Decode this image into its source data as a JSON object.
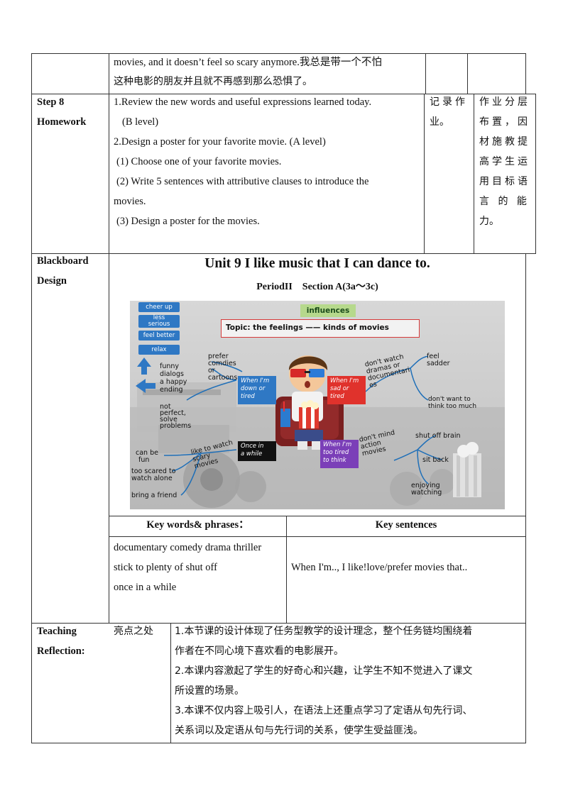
{
  "top_row": {
    "line1": "movies, and it doesn’t feel so scary anymore.我总是带一个不怕",
    "line2": "这种电影的朋友并且就不再感到那么恐惧了。"
  },
  "step8": {
    "label_line1": "Step 8",
    "label_line2": "Homework",
    "content": [
      "1.Review the new words and useful expressions learned today.",
      "(B level)",
      "2.Design a poster for your favorite movie. (A level)",
      "(1) Choose one of  your favorite movies.",
      "(2) Write 5 sentences with attributive clauses to introduce the",
      "movies.",
      "(3) Design a poster for the movies."
    ],
    "student_activity": [
      "记录作",
      "业。"
    ],
    "purpose": [
      "作业分层",
      "布置，因",
      "材施教提",
      "高学生运",
      "用目标语",
      "言 的 能",
      "力。"
    ]
  },
  "blackboard": {
    "label_line1": "Blackboard",
    "label_line2": "Design",
    "title": "Unit 9  I like music that I can dance to.",
    "subtitle": "PeriodII    Section A(3a～3c)",
    "mindmap": {
      "influences": "influences",
      "topic": "Topic:  the feelings —— kinds of movies",
      "tags": [
        "cheer up",
        "less serious",
        "feel better",
        "relax"
      ],
      "left_words": [
        "funny",
        "dialogs",
        "a happy",
        "ending"
      ],
      "not_perfect": [
        "not",
        "perfect,",
        "solve",
        "problems"
      ],
      "prefer": [
        "prefer",
        "comdies",
        "or",
        "cartoons"
      ],
      "box_down": [
        "When I'm",
        "down or",
        "tired"
      ],
      "box_sad": [
        "When I'm",
        "sad or",
        "tired"
      ],
      "box_once": [
        "Once in",
        "a while"
      ],
      "box_tired": [
        "When I'm",
        "too tired",
        "to think"
      ],
      "dont_watch": [
        "don't watch",
        "dramas or",
        "documentari",
        "es"
      ],
      "feel_sadder": [
        "feel",
        "sadder"
      ],
      "dont_want": [
        "don't want to",
        "think too much"
      ],
      "dont_mind": [
        "don't  mind",
        "action",
        "movies"
      ],
      "shut_off": "shut off brain",
      "sit_back": "sit back",
      "enjoying": [
        "enjoying",
        "watching"
      ],
      "like_scary": [
        "like to watch",
        "scary",
        "movies"
      ],
      "can_be_fun": [
        "can be",
        "fun"
      ],
      "too_scared": [
        "too scared to",
        "watch alone"
      ],
      "bring_friend": "bring a friend"
    },
    "key_words_header": "Key words& phrases：",
    "key_sentences_header": "Key sentences",
    "key_words": [
      "documentary comedy drama thriller",
      "stick to plenty of shut off",
      "once in a while"
    ],
    "key_sentence": "When I'm.., I like!love/prefer movies that.."
  },
  "reflection": {
    "label_line1": "Teaching",
    "label_line2": "Reflection:",
    "highlight": "亮点之处",
    "lines": [
      "1.本节课的设计体现了任务型教学的设计理念，整个任务链均围绕着",
      "作者在不同心境下喜欢看的电影展开。",
      "2.本课内容激起了学生的好奇心和兴趣，让学生不知不觉进入了课文",
      "所设置的场景。",
      "3.本课不仅内容上吸引人，在语法上还重点学习了定语从句先行词、",
      "关系词以及定语从句与先行词的关系，使学生受益匪浅。"
    ]
  },
  "colors": {
    "tag_blue": "#2f78c4",
    "box_red": "#e0322c",
    "box_purple": "#7b3fb8",
    "box_blue": "#2f78c4",
    "box_black": "#111111",
    "influences_green": "#b6d98c"
  }
}
